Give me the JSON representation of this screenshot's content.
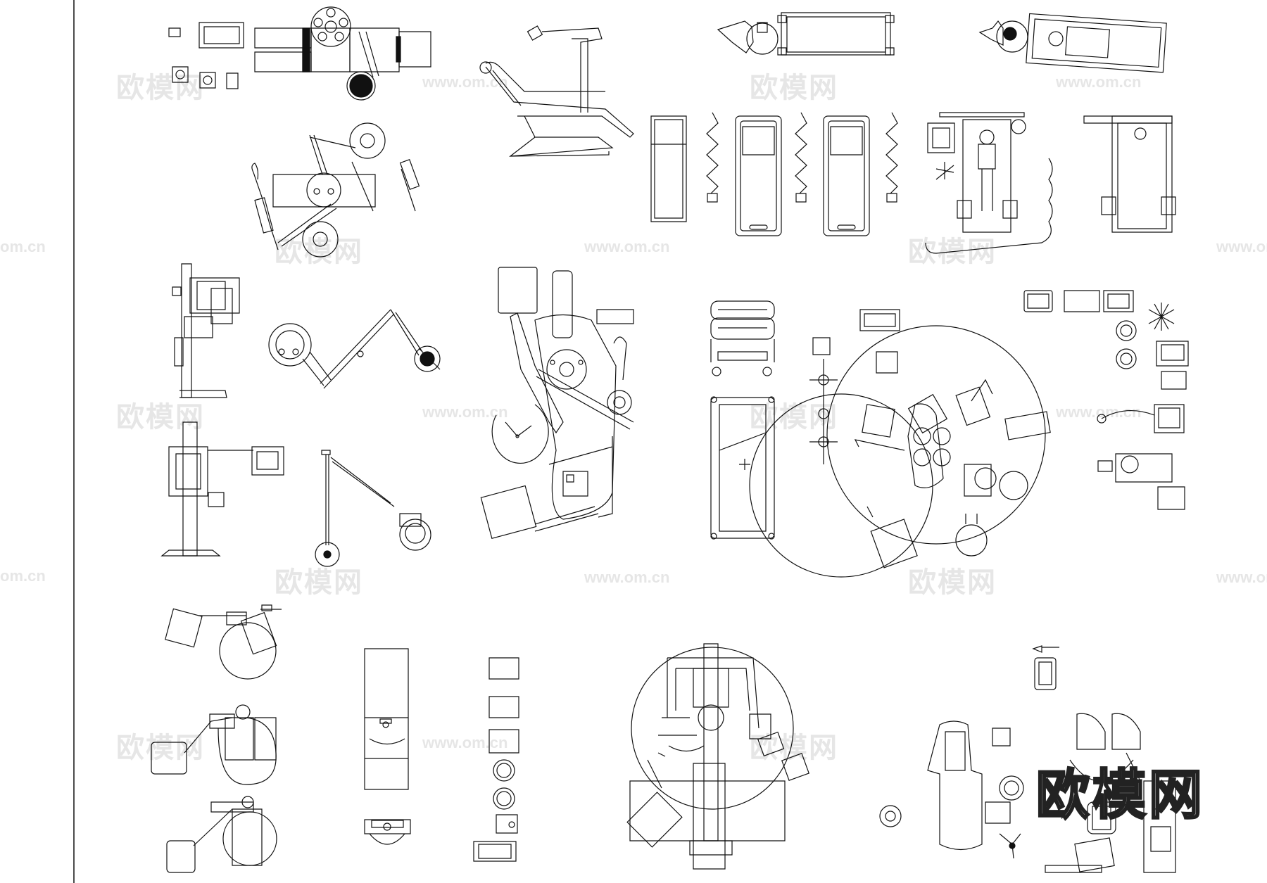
{
  "watermark": {
    "brand": "欧模网",
    "url": "www.om.cn",
    "url_short": "om.cn"
  },
  "logo": "欧模网"
}
